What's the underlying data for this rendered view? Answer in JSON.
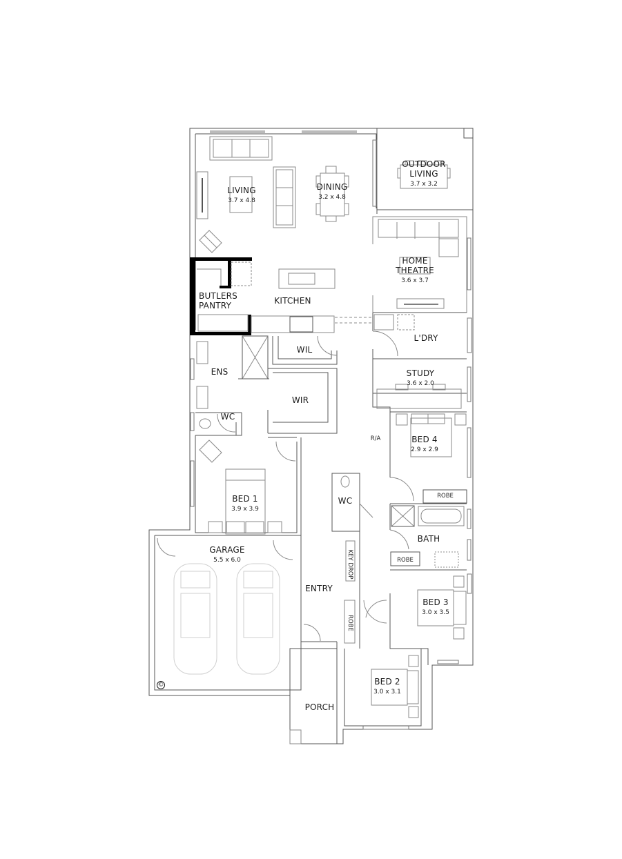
{
  "plan": {
    "colors": {
      "wall": "#555555",
      "furniture": "#888888",
      "heavy_wall": "#000000",
      "car": "#c8c8c8",
      "background": "#ffffff"
    },
    "rooms": {
      "living": {
        "name": "LIVING",
        "size": "3.7 x 4.8"
      },
      "dining": {
        "name": "DINING",
        "size": "3.2 x 4.8"
      },
      "outdoor_living": {
        "name": "OUTDOOR\nLIVING",
        "name_line1": "OUTDOOR",
        "name_line2": "LIVING",
        "size": "3.7 x 3.2"
      },
      "home_theatre": {
        "name_line1": "HOME",
        "name_line2": "THEATRE",
        "size": "3.6 x 3.7"
      },
      "butlers_pantry": {
        "name_line1": "BUTLERS",
        "name_line2": "PANTRY"
      },
      "kitchen": {
        "name": "KITCHEN"
      },
      "laundry": {
        "name": "L'DRY"
      },
      "wil": {
        "name": "WIL"
      },
      "ensuite": {
        "name": "ENS"
      },
      "wir": {
        "name": "WIR"
      },
      "ensuite_wc": {
        "name": "WC"
      },
      "study": {
        "name": "STUDY",
        "size": "3.6 x 2.0"
      },
      "bed4": {
        "name": "BED 4",
        "size": "2.9 x 2.9"
      },
      "bed1": {
        "name": "BED 1",
        "size": "3.9 x 3.9"
      },
      "wc": {
        "name": "WC"
      },
      "bath": {
        "name": "BATH"
      },
      "robe_bed4": {
        "name": "ROBE"
      },
      "robe_bath": {
        "name": "ROBE"
      },
      "garage": {
        "name": "GARAGE",
        "size": "5.5 x 6.0"
      },
      "entry": {
        "name": "ENTRY"
      },
      "key_drop": {
        "name": "KEY DROP"
      },
      "robe_entry": {
        "name": "ROBE"
      },
      "bed3": {
        "name": "BED 3",
        "size": "3.0 x 3.5"
      },
      "bed2": {
        "name": "BED 2",
        "size": "3.0 x 3.1"
      },
      "porch": {
        "name": "PORCH"
      }
    },
    "annotations": {
      "return_air": "R/A",
      "copyright": "©"
    }
  }
}
